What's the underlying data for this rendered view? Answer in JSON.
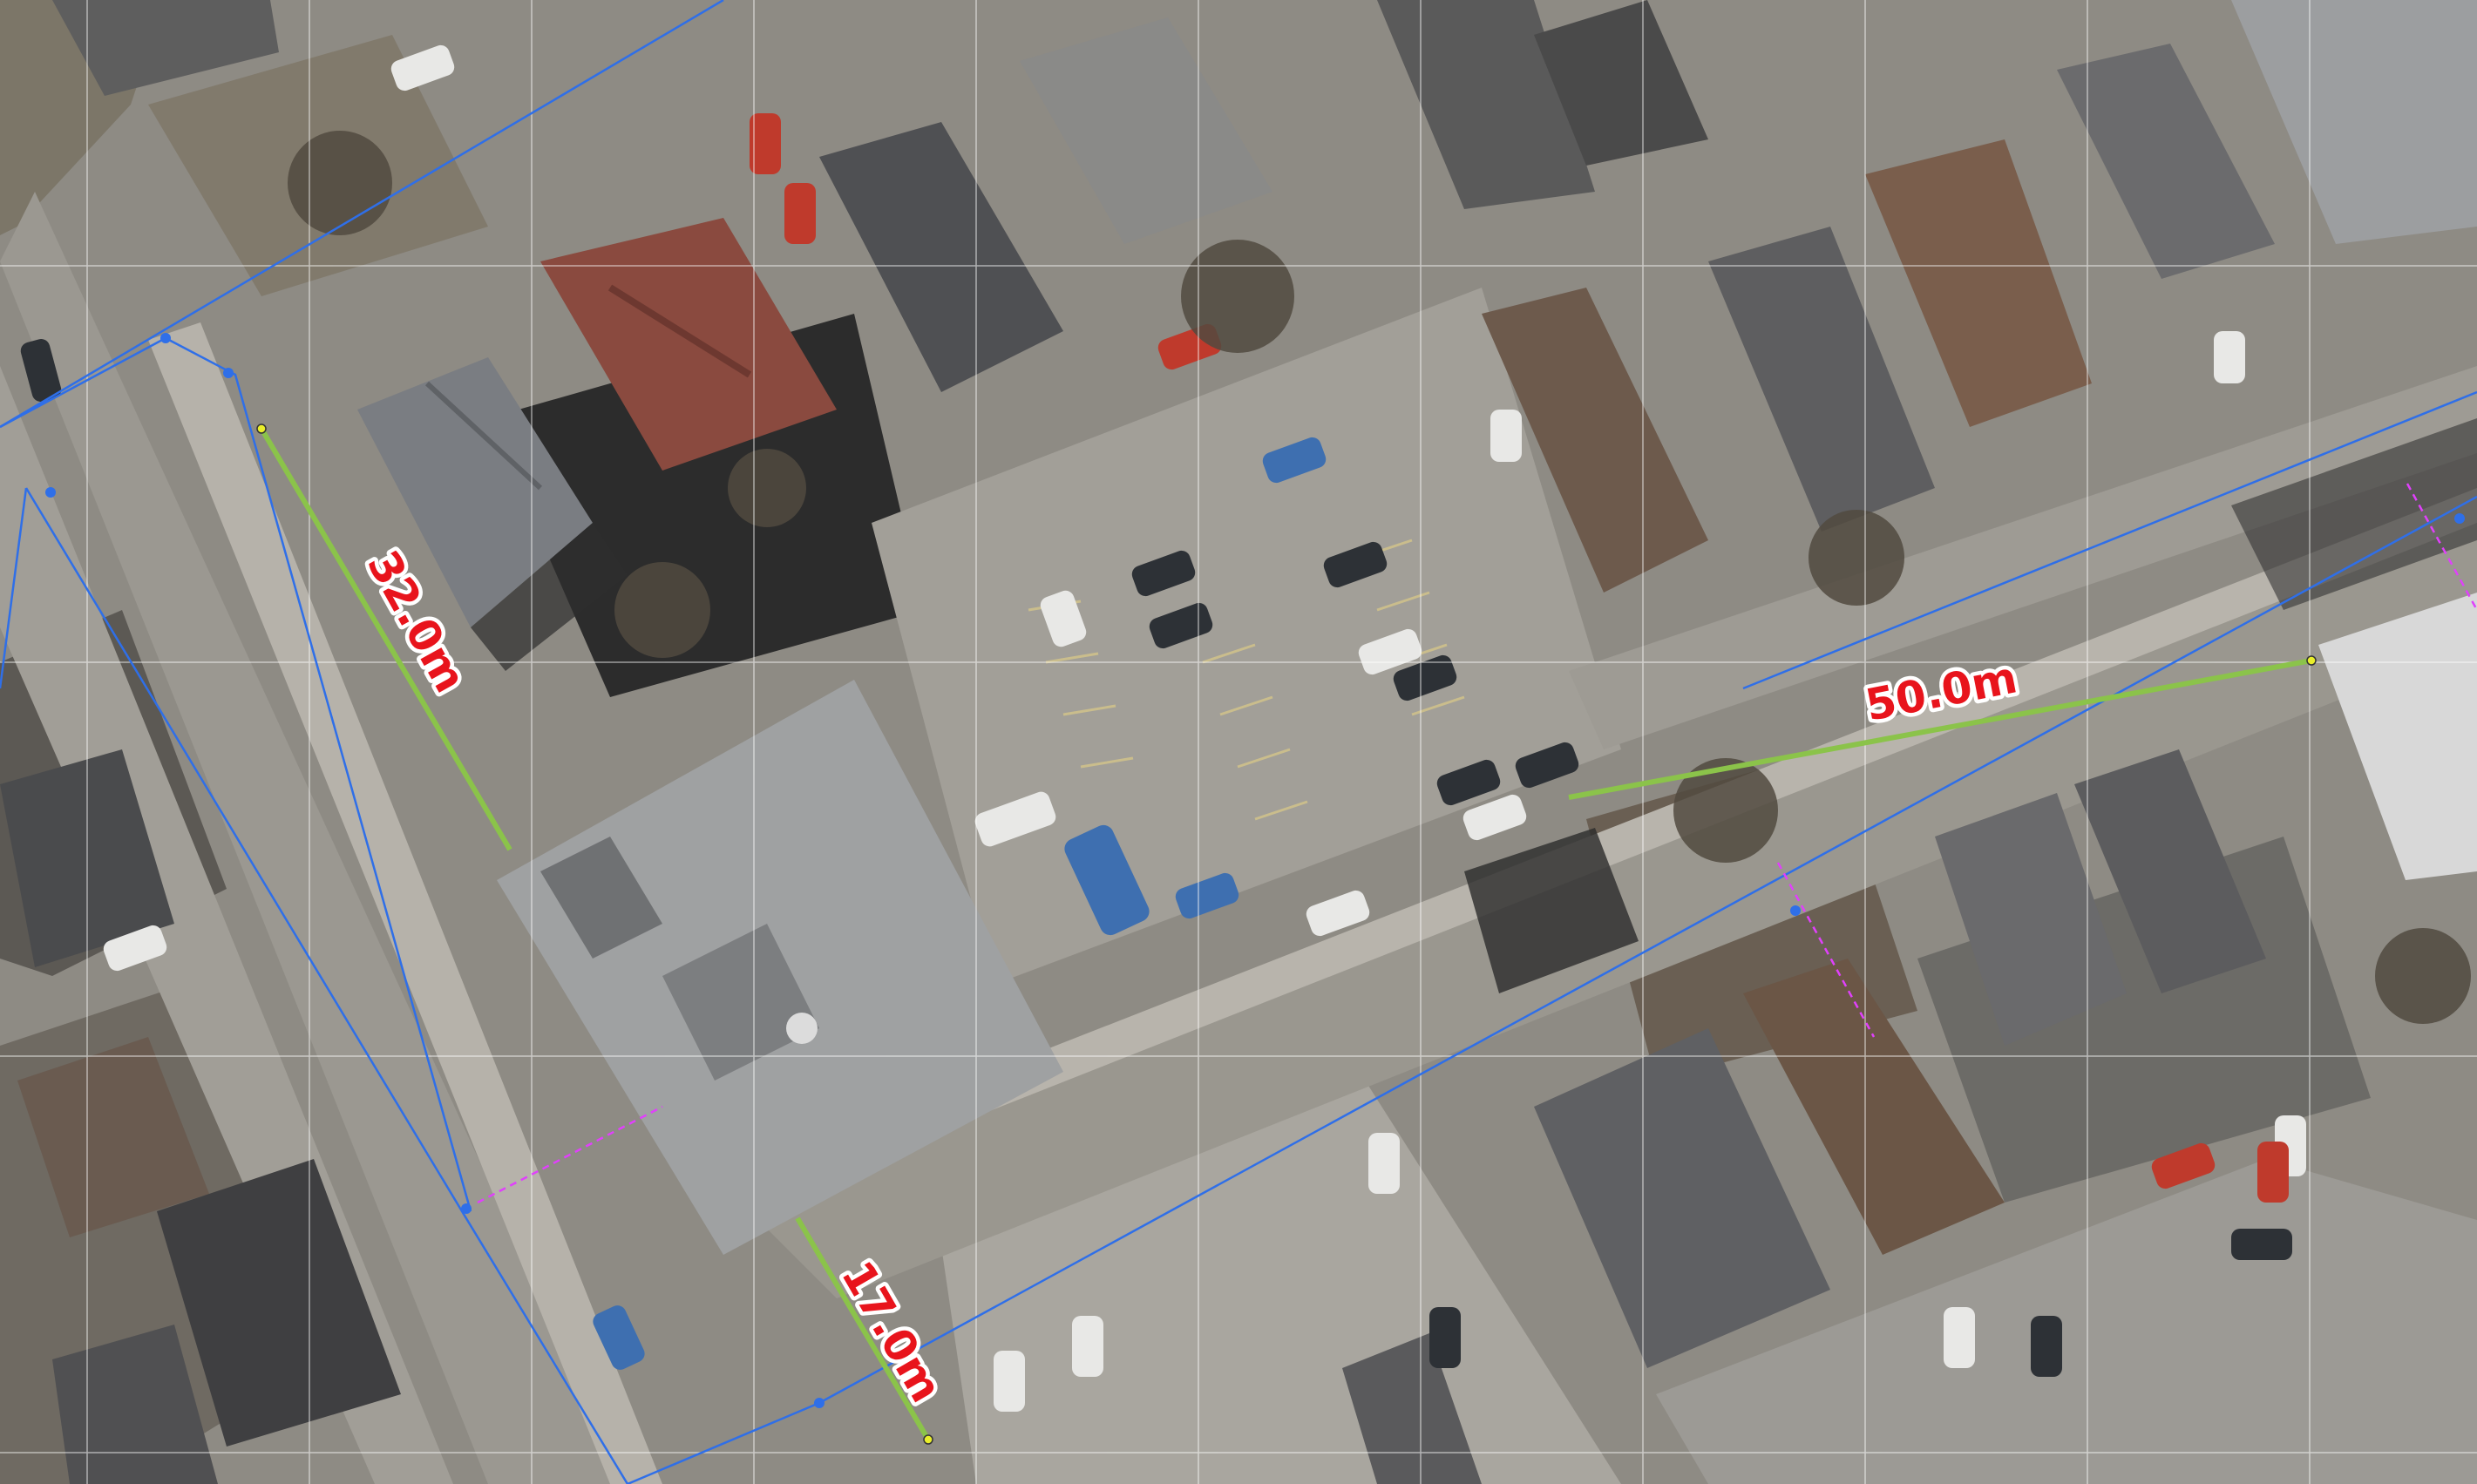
{
  "map": {
    "view": "aerial-imagery",
    "measurements": [
      {
        "id": "measure-32",
        "label": "32.0m",
        "color": "#8bc34a"
      },
      {
        "id": "measure-17",
        "label": "17.0m",
        "color": "#8bc34a"
      },
      {
        "id": "measure-50",
        "label": "50.0m",
        "color": "#8bc34a"
      }
    ],
    "colors": {
      "measure_line": "#8bc34a",
      "measure_label": "#e8141c",
      "parcel_line": "#2f6fe8",
      "grid_line": "#ffffff",
      "dashed_line": "#e040fb",
      "measure_endpoint": "#e9ee2a"
    }
  }
}
